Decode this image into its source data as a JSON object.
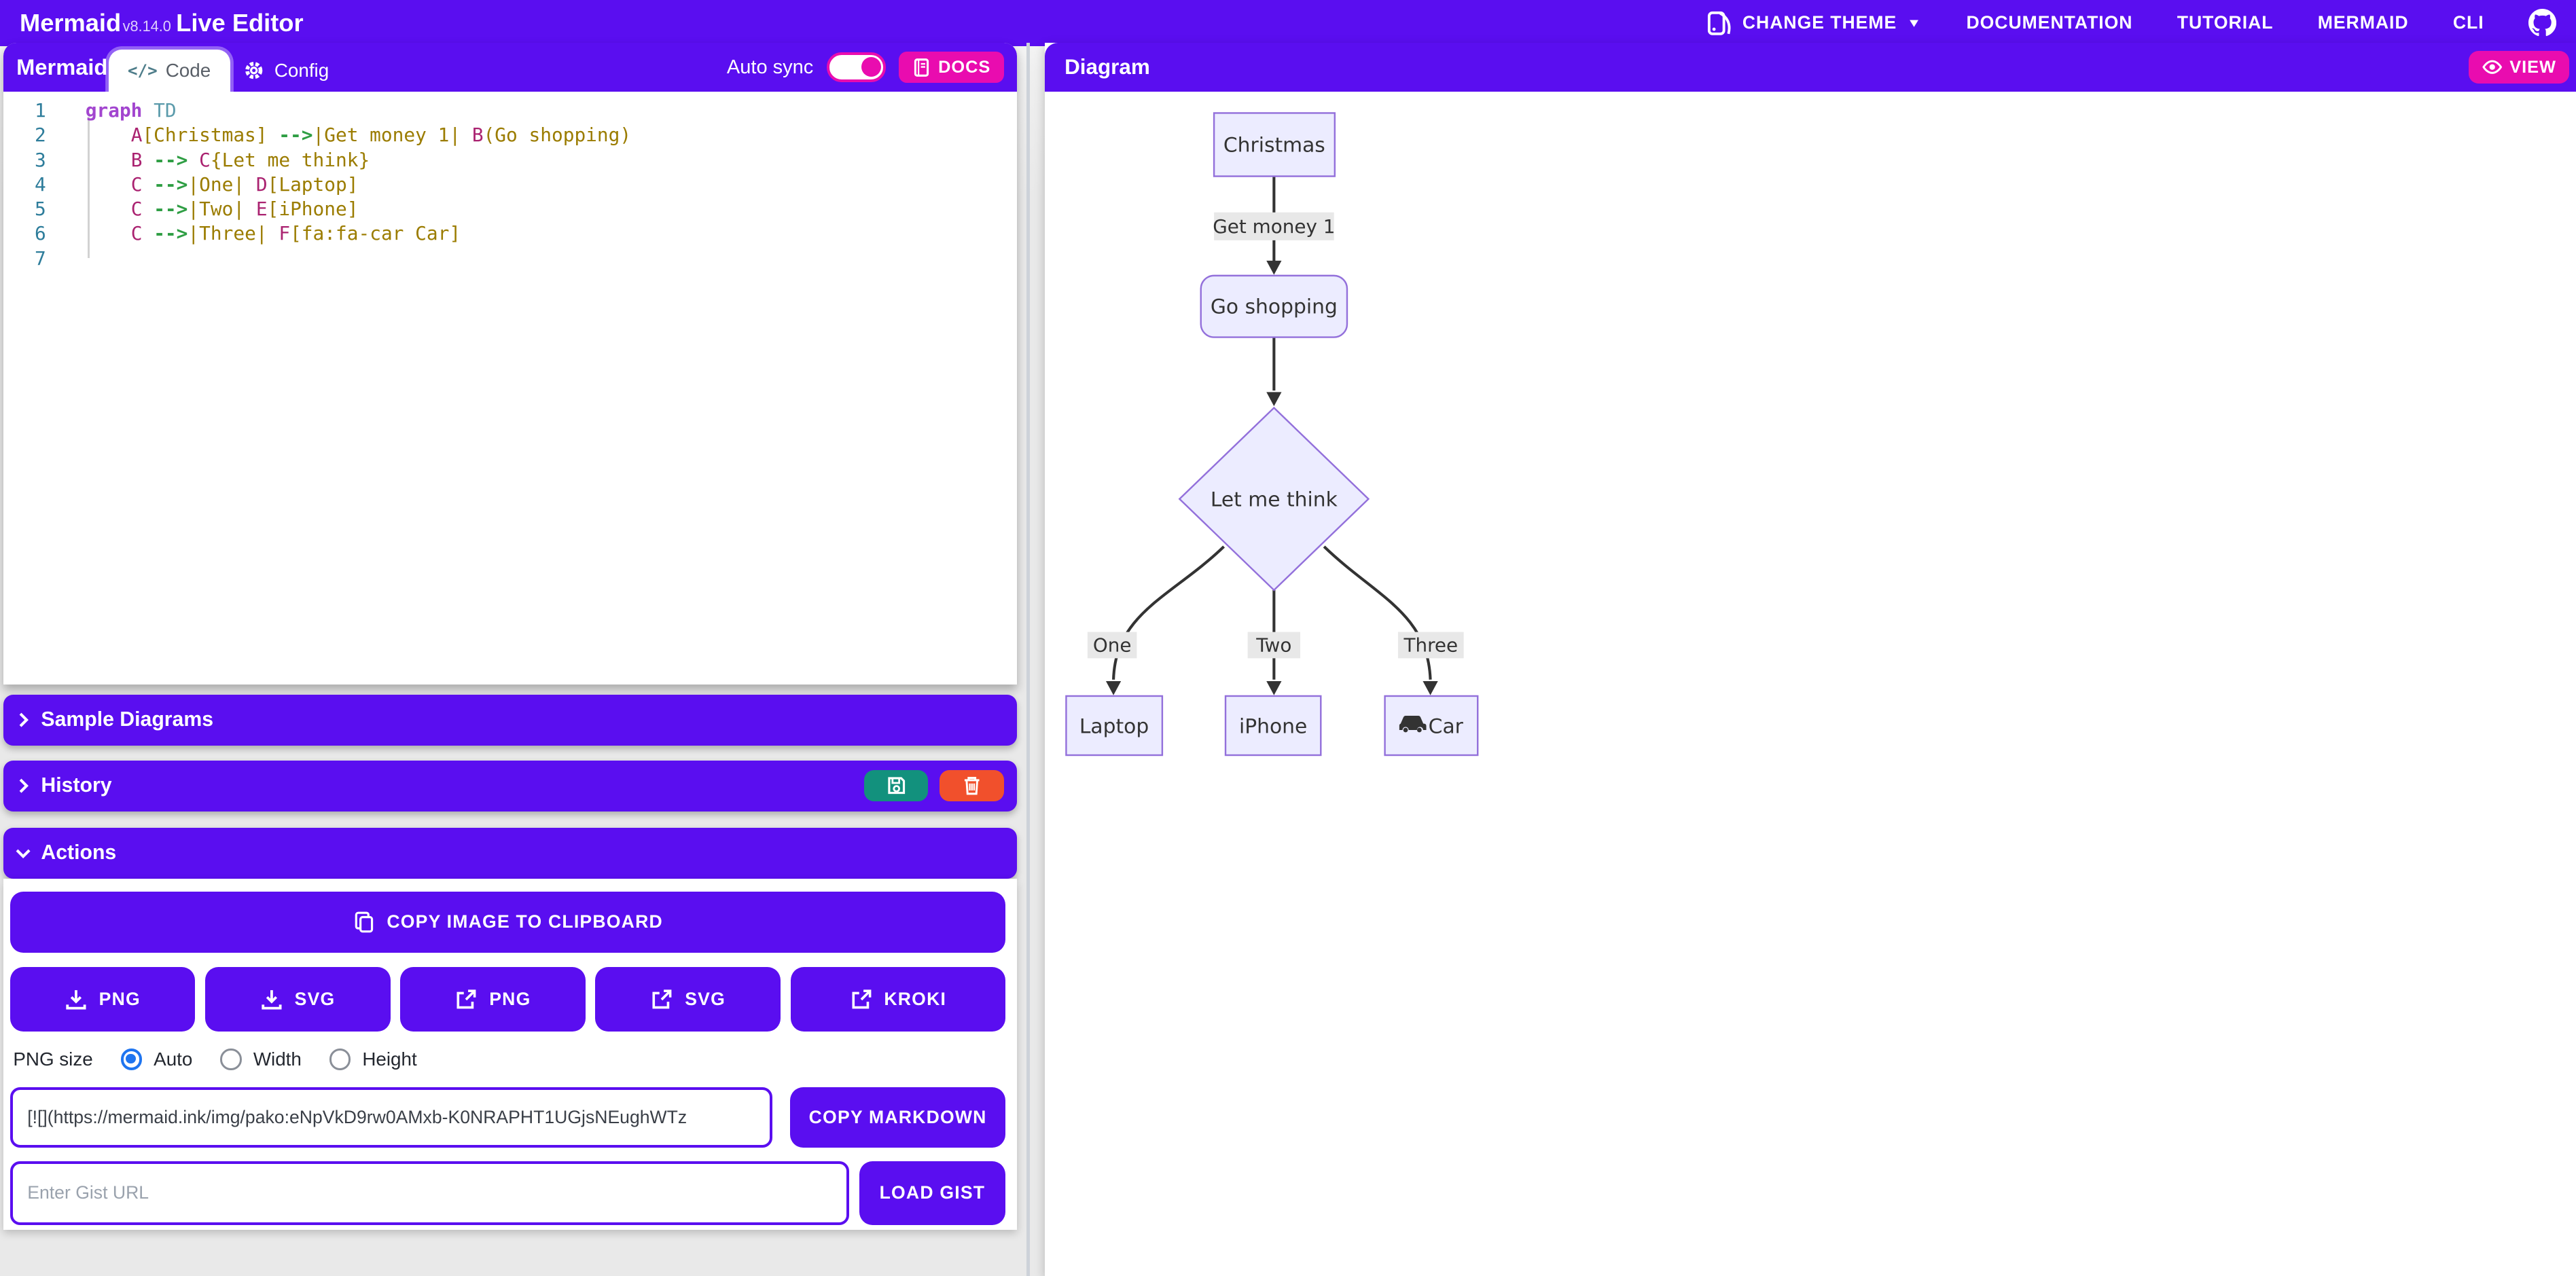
{
  "navbar": {
    "brand_name": "Mermaid",
    "brand_version": "v8.14.0",
    "brand_suffix": "Live Editor",
    "items": [
      "CHANGE THEME",
      "DOCUMENTATION",
      "TUTORIAL",
      "MERMAID",
      "CLI"
    ]
  },
  "editor_panel": {
    "title": "Mermaid",
    "tabs": [
      {
        "label": "Code",
        "active": true
      },
      {
        "label": "Config",
        "active": false
      }
    ],
    "autosync_label": "Auto sync",
    "autosync_on": true,
    "docs_button": "DOCS",
    "code_lines": [
      {
        "num": "1",
        "tokens": [
          {
            "t": "kw",
            "v": "graph"
          },
          {
            "t": "pl",
            "v": " "
          },
          {
            "t": "dir",
            "v": "TD"
          }
        ]
      },
      {
        "num": "2",
        "tokens": [
          {
            "t": "pl",
            "v": "    "
          },
          {
            "t": "id",
            "v": "A"
          },
          {
            "t": "str",
            "v": "[Christmas]"
          },
          {
            "t": "pl",
            "v": " "
          },
          {
            "t": "arrow",
            "v": "-->"
          },
          {
            "t": "str",
            "v": "|Get money 1|"
          },
          {
            "t": "pl",
            "v": " "
          },
          {
            "t": "id",
            "v": "B"
          },
          {
            "t": "str",
            "v": "(Go shopping)"
          }
        ]
      },
      {
        "num": "3",
        "tokens": [
          {
            "t": "pl",
            "v": "    "
          },
          {
            "t": "id",
            "v": "B"
          },
          {
            "t": "pl",
            "v": " "
          },
          {
            "t": "arrow",
            "v": "-->"
          },
          {
            "t": "pl",
            "v": " "
          },
          {
            "t": "id",
            "v": "C"
          },
          {
            "t": "str",
            "v": "{Let me think}"
          }
        ]
      },
      {
        "num": "4",
        "tokens": [
          {
            "t": "pl",
            "v": "    "
          },
          {
            "t": "id",
            "v": "C"
          },
          {
            "t": "pl",
            "v": " "
          },
          {
            "t": "arrow",
            "v": "-->"
          },
          {
            "t": "str",
            "v": "|One|"
          },
          {
            "t": "pl",
            "v": " "
          },
          {
            "t": "id",
            "v": "D"
          },
          {
            "t": "str",
            "v": "[Laptop]"
          }
        ]
      },
      {
        "num": "5",
        "tokens": [
          {
            "t": "pl",
            "v": "    "
          },
          {
            "t": "id",
            "v": "C"
          },
          {
            "t": "pl",
            "v": " "
          },
          {
            "t": "arrow",
            "v": "-->"
          },
          {
            "t": "str",
            "v": "|Two|"
          },
          {
            "t": "pl",
            "v": " "
          },
          {
            "t": "id",
            "v": "E"
          },
          {
            "t": "str",
            "v": "[iPhone]"
          }
        ]
      },
      {
        "num": "6",
        "tokens": [
          {
            "t": "pl",
            "v": "    "
          },
          {
            "t": "id",
            "v": "C"
          },
          {
            "t": "pl",
            "v": " "
          },
          {
            "t": "arrow",
            "v": "-->"
          },
          {
            "t": "str",
            "v": "|Three|"
          },
          {
            "t": "pl",
            "v": " "
          },
          {
            "t": "id",
            "v": "F"
          },
          {
            "t": "str",
            "v": "[fa:fa-car Car]"
          }
        ]
      },
      {
        "num": "7",
        "tokens": []
      }
    ]
  },
  "sections": {
    "sample_diagrams": "Sample Diagrams",
    "history": "History",
    "actions": "Actions"
  },
  "actions": {
    "copy_image": "COPY IMAGE TO CLIPBOARD",
    "buttons": [
      {
        "label": "PNG",
        "icon": "download"
      },
      {
        "label": "SVG",
        "icon": "download"
      },
      {
        "label": "PNG",
        "icon": "external-link"
      },
      {
        "label": "SVG",
        "icon": "external-link"
      },
      {
        "label": "KROKI",
        "icon": "external-link"
      }
    ],
    "png_size_label": "PNG size",
    "png_size_options": [
      {
        "label": "Auto",
        "selected": true
      },
      {
        "label": "Width",
        "selected": false
      },
      {
        "label": "Height",
        "selected": false
      }
    ],
    "markdown_value": "[![](https://mermaid.ink/img/pako:eNpVkD9rw0AMxb-K0NRAPHT1UGjsNEughWTz",
    "copy_markdown": "COPY MARKDOWN",
    "gist_placeholder": "Enter Gist URL",
    "load_gist": "LOAD GIST"
  },
  "diagram_panel": {
    "title": "Diagram",
    "view_button": "VIEW"
  },
  "flowchart": {
    "type": "flowchart-TD",
    "nodes": [
      {
        "id": "A",
        "label": "Christmas",
        "shape": "rect"
      },
      {
        "id": "B",
        "label": "Go shopping",
        "shape": "rounded"
      },
      {
        "id": "C",
        "label": "Let me think",
        "shape": "diamond"
      },
      {
        "id": "D",
        "label": "Laptop",
        "shape": "rect"
      },
      {
        "id": "E",
        "label": "iPhone",
        "shape": "rect"
      },
      {
        "id": "F",
        "label": "Car",
        "shape": "rect",
        "icon": "car"
      }
    ],
    "edges": [
      {
        "from": "A",
        "to": "B",
        "label": "Get money 1"
      },
      {
        "from": "B",
        "to": "C",
        "label": ""
      },
      {
        "from": "C",
        "to": "D",
        "label": "One"
      },
      {
        "from": "C",
        "to": "E",
        "label": "Two"
      },
      {
        "from": "C",
        "to": "F",
        "label": "Three"
      }
    ],
    "colors": {
      "node_fill": "#ECECFF",
      "node_border": "#9370DB",
      "edge": "#333333",
      "label_bg": "#e8e8e8"
    }
  },
  "theme": {
    "primary": "#5a0ef0",
    "accent_pink": "#e90caf",
    "save_teal": "#12917d",
    "delete_red": "#f1502c",
    "radio_blue": "#1f75f0"
  }
}
